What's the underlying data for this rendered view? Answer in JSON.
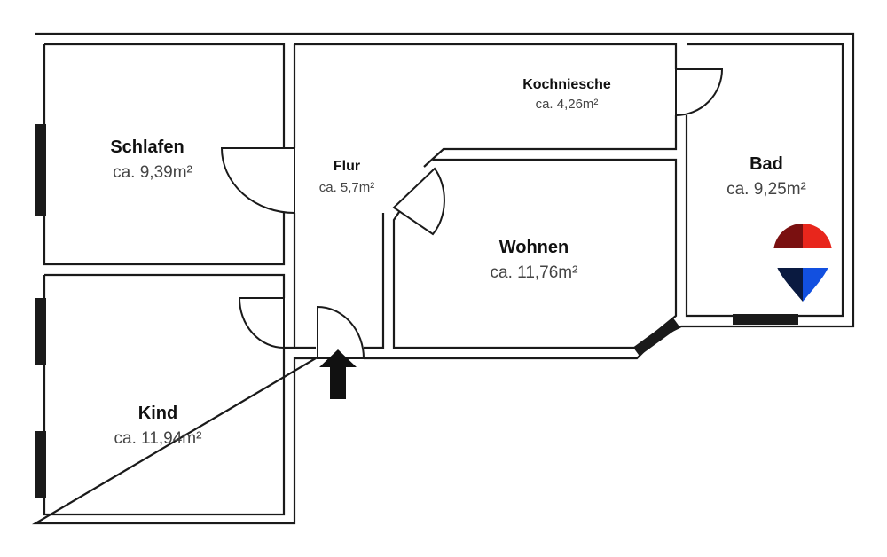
{
  "rooms": [
    {
      "id": "schlafen",
      "name": "Schlafen",
      "area": "ca. 9,39m²"
    },
    {
      "id": "kind",
      "name": "Kind",
      "area": "ca. 11,94m²"
    },
    {
      "id": "flur",
      "name": "Flur",
      "area": "ca. 5,7m²"
    },
    {
      "id": "kochniesche",
      "name": "Kochniesche",
      "area": "ca. 4,26m²"
    },
    {
      "id": "wohnen",
      "name": "Wohnen",
      "area": "ca. 11,76m²"
    },
    {
      "id": "bad",
      "name": "Bad",
      "area": "ca. 9,25m²"
    }
  ],
  "colors": {
    "wall": "#1a1a1a",
    "logo_red": "#e8261c",
    "logo_dark_red": "#7a1010",
    "logo_blue": "#1250e0",
    "logo_navy": "#0a1a40"
  },
  "icons": [
    "entrance-arrow-icon",
    "brand-logo-icon"
  ]
}
